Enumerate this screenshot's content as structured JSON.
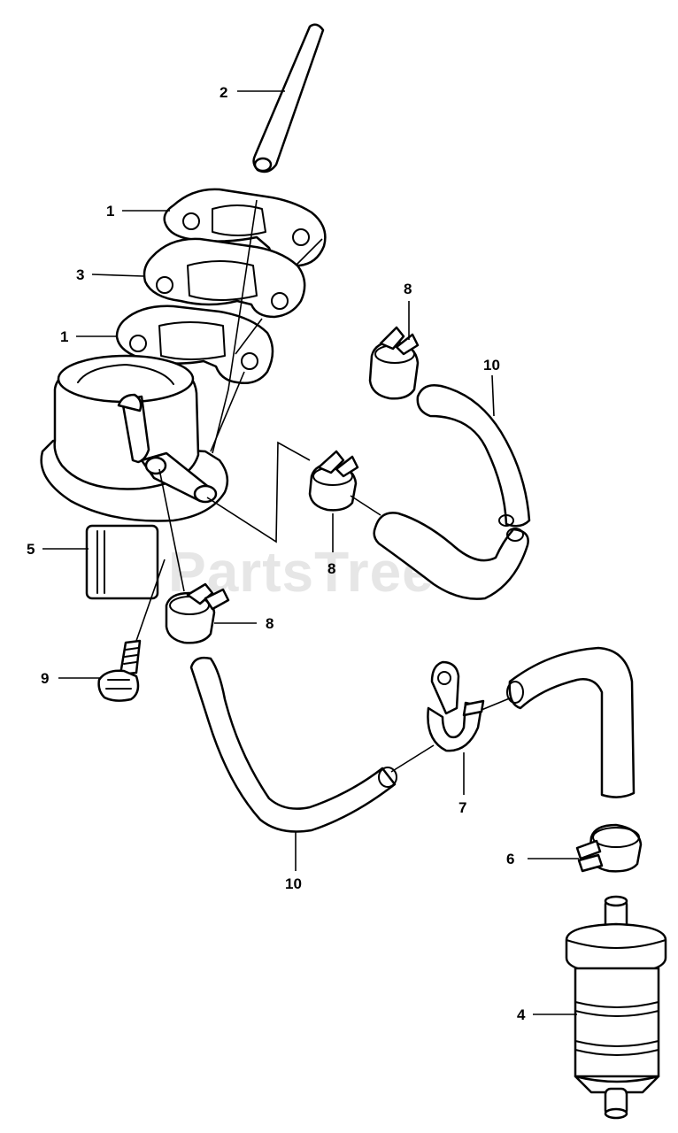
{
  "diagram": {
    "watermark": "PartsTree",
    "callouts": {
      "c1_top": "1",
      "c1_bottom": "1",
      "c2": "2",
      "c3": "3",
      "c4": "4",
      "c5": "5",
      "c6": "6",
      "c7": "7",
      "c8_top": "8",
      "c8_middle": "8",
      "c8_left": "8",
      "c9": "9",
      "c10_right": "10",
      "c10_bottom": "10"
    }
  }
}
